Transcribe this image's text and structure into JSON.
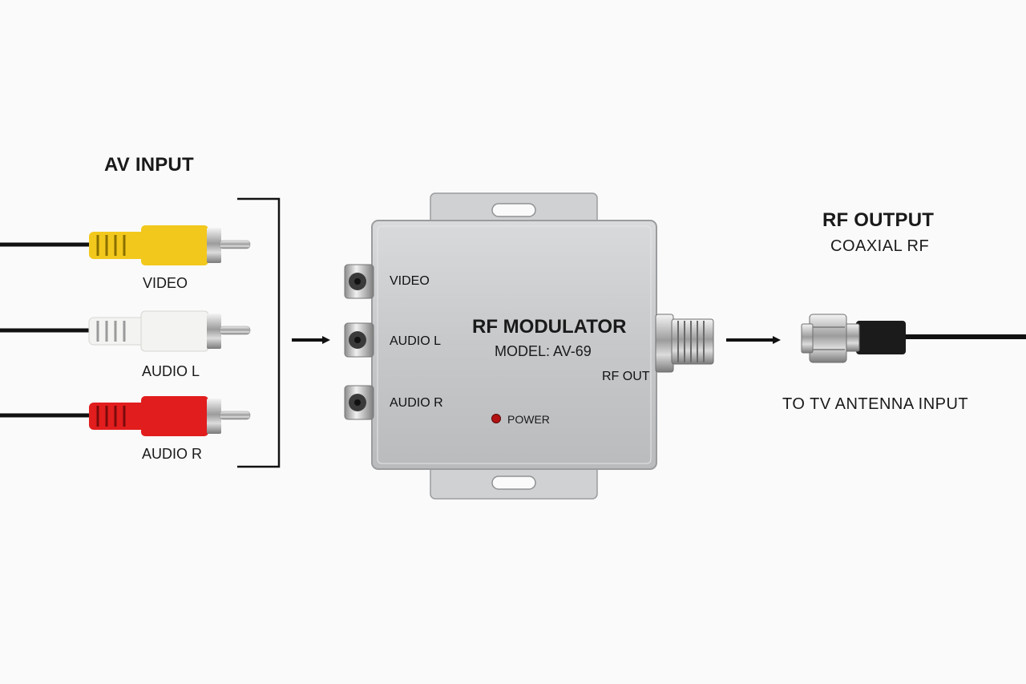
{
  "av_input": {
    "title": "AV INPUT",
    "plugs": [
      {
        "label": "VIDEO",
        "color": "#f2c81c"
      },
      {
        "label": "AUDIO L",
        "color": "#f3f3f1"
      },
      {
        "label": "AUDIO R",
        "color": "#e11d1d"
      }
    ]
  },
  "device": {
    "name": "RF MODULATOR",
    "model": "MODEL: AV-69",
    "ports": [
      "VIDEO",
      "AUDIO L",
      "AUDIO R"
    ],
    "rf_out_label": "RF OUT",
    "power_label": "POWER",
    "led_color": "#b31212",
    "body_color": "#c9cbcd"
  },
  "rf_output": {
    "title": "RF OUTPUT",
    "subtitle": "COAXIAL RF",
    "caption": "TO TV ANTENNA INPUT"
  }
}
